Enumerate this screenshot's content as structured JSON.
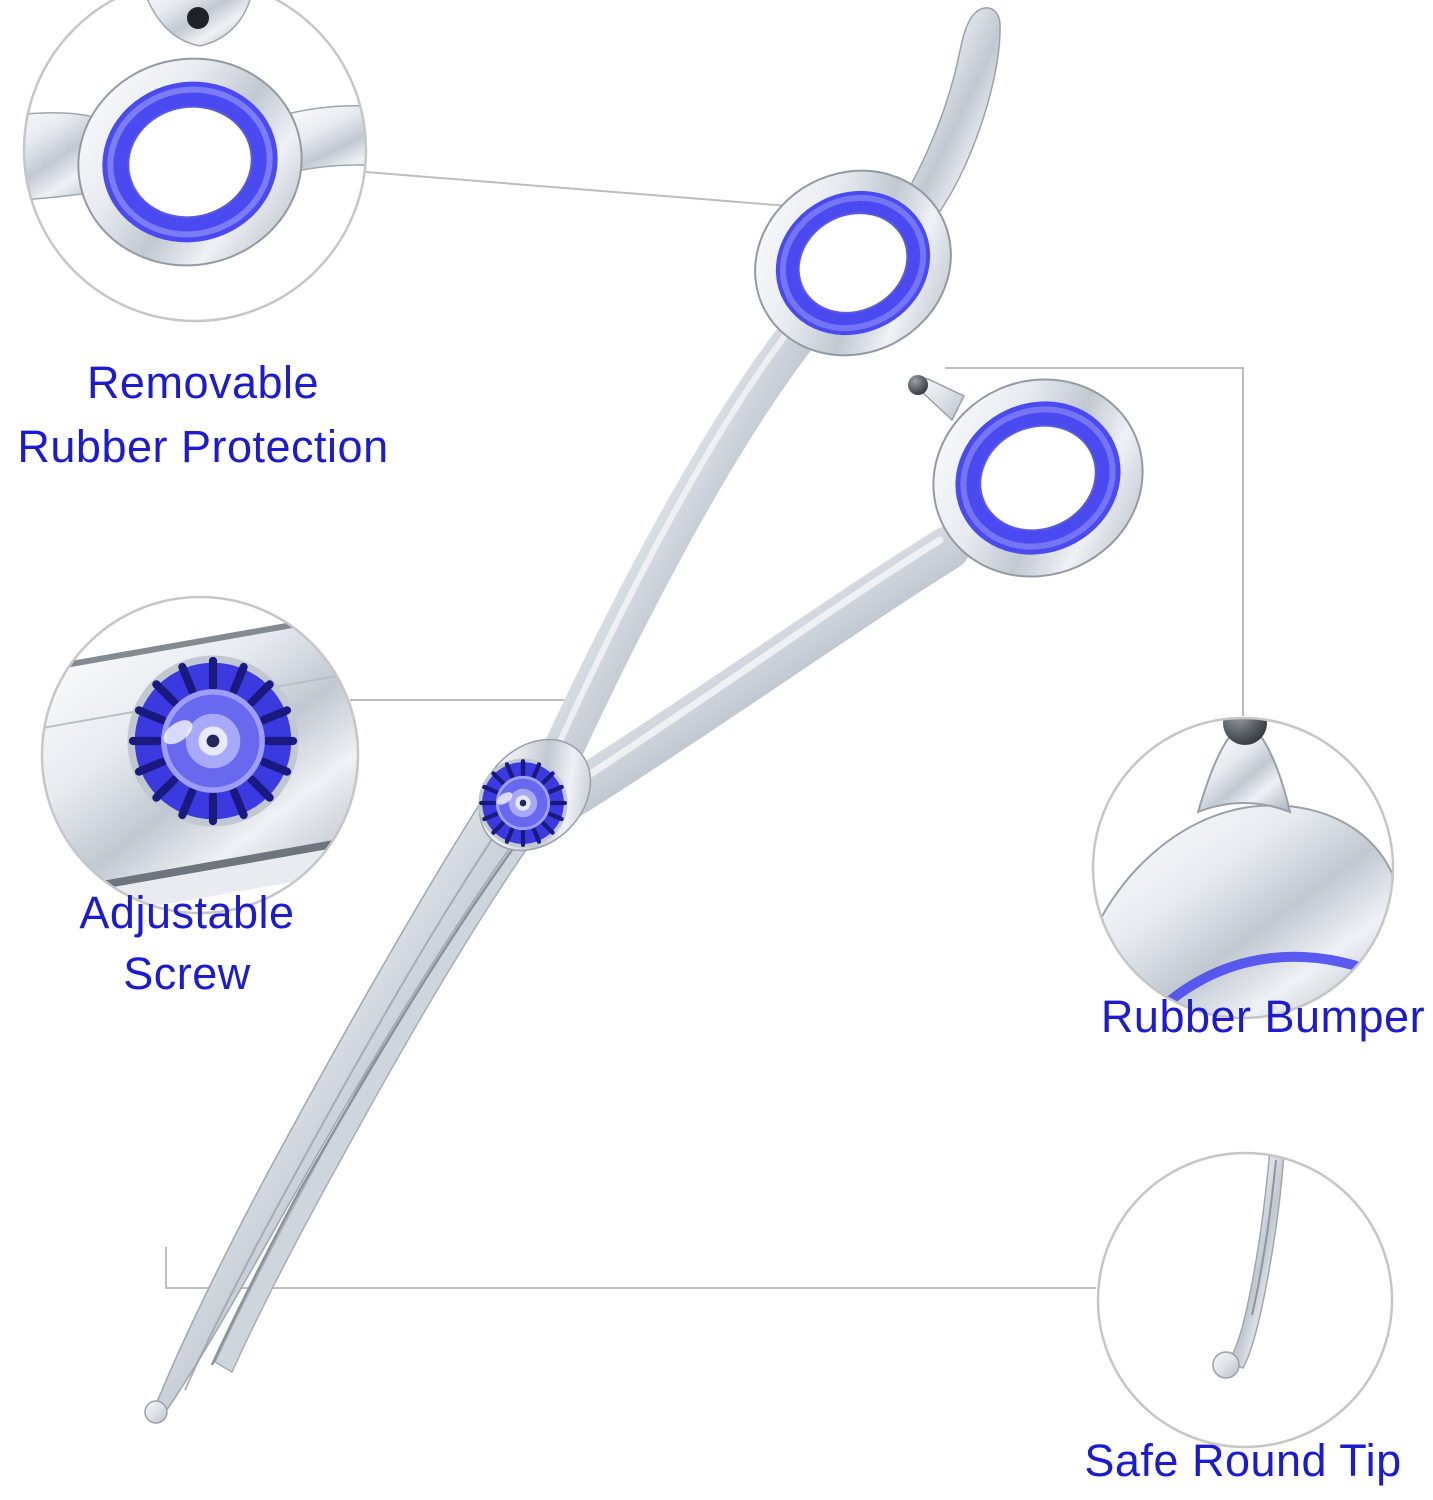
{
  "colors": {
    "label_text": "#1b1bd2",
    "rubber_blue": "#4a4af0",
    "screw_blue": "#3a3ae0",
    "callout_border": "#c6c6c6",
    "connector_line": "#bdbdbd"
  },
  "callouts": [
    {
      "id": "rubber-protection",
      "lines": [
        "Removable",
        "Rubber Protection"
      ]
    },
    {
      "id": "adjustable-screw",
      "lines": [
        "Adjustable",
        "Screw"
      ]
    },
    {
      "id": "rubber-bumper",
      "lines": [
        "Rubber Bumper"
      ]
    },
    {
      "id": "safe-round-tip",
      "lines": [
        "Safe Round Tip"
      ]
    }
  ]
}
